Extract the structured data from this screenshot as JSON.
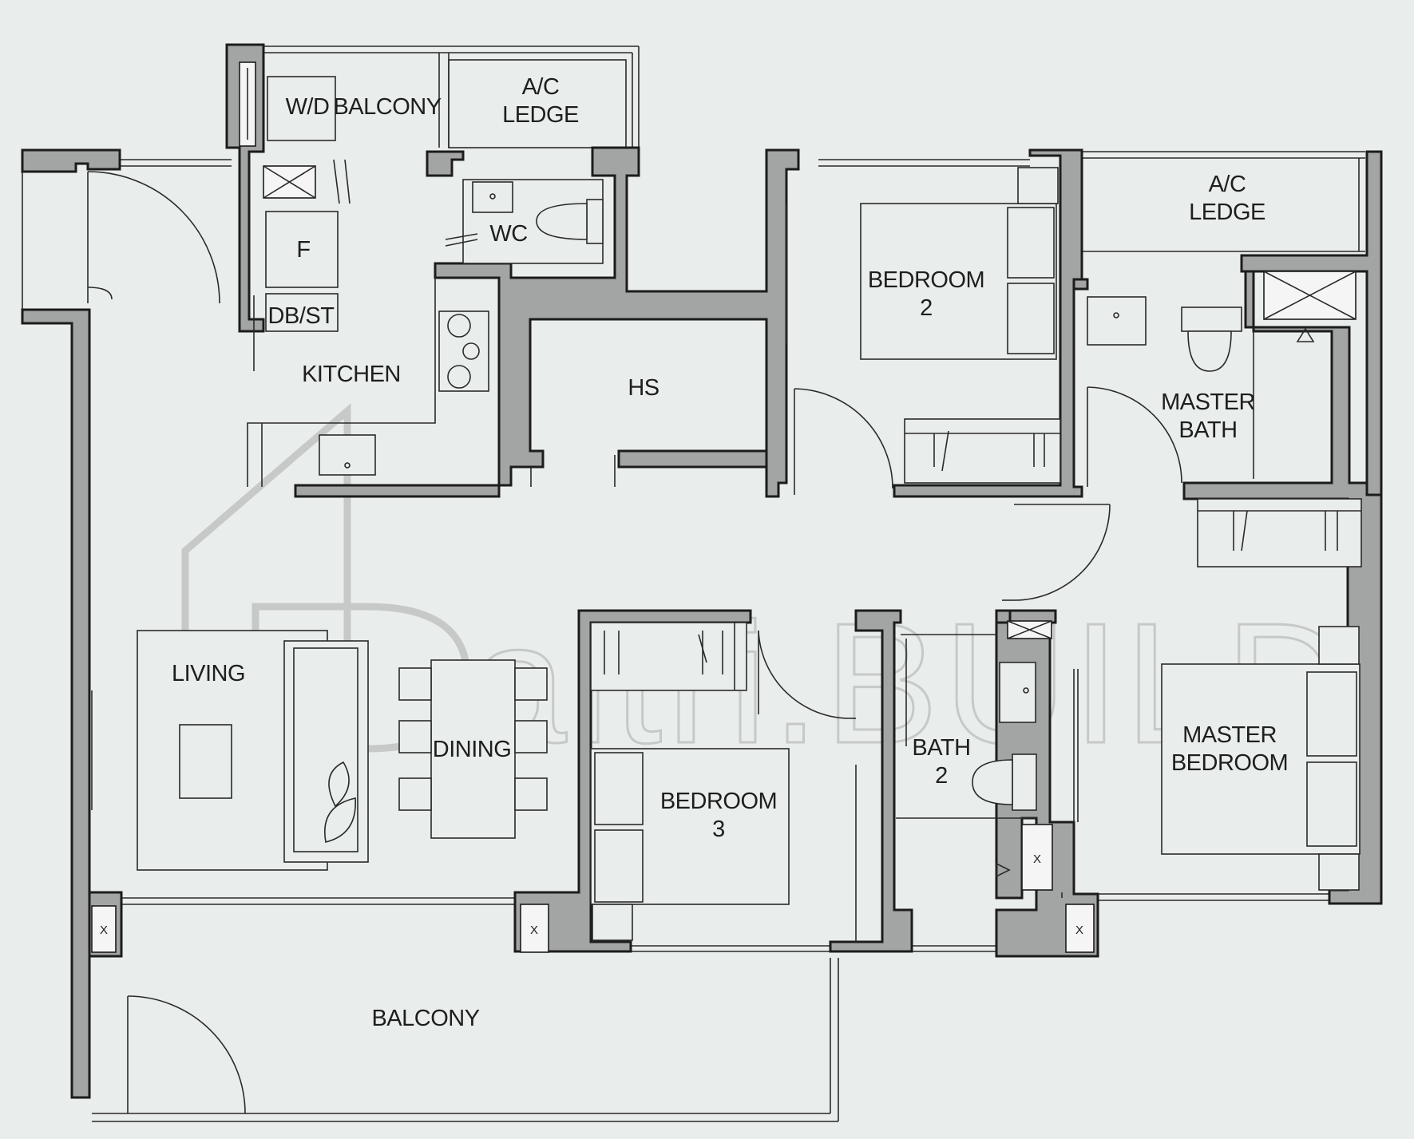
{
  "rooms": {
    "wd": "W/D",
    "balcony_top": "BALCONY",
    "ac_ledge_1": [
      "A/C",
      "LEDGE"
    ],
    "ac_ledge_2": [
      "A/C",
      "LEDGE"
    ],
    "wc": "WC",
    "fridge": "F",
    "dbst": "DB/ST",
    "kitchen": "KITCHEN",
    "hs": "HS",
    "bedroom2": [
      "BEDROOM",
      "2"
    ],
    "master_bath": [
      "MASTER",
      "BATH"
    ],
    "living": "LIVING",
    "dining": "DINING",
    "bedroom3": [
      "BEDROOM",
      "3"
    ],
    "bath2": [
      "BATH",
      "2"
    ],
    "master_bedroom": [
      "MASTER",
      "BEDROOM"
    ],
    "balcony_main": "BALCONY"
  },
  "shaft_mark": "X",
  "watermark": "altri.BUILD",
  "colors": {
    "wall": "#a3a4a4",
    "background": "#e9edeb",
    "line": "#1c1c1c",
    "watermark": "#c6c9c8"
  }
}
